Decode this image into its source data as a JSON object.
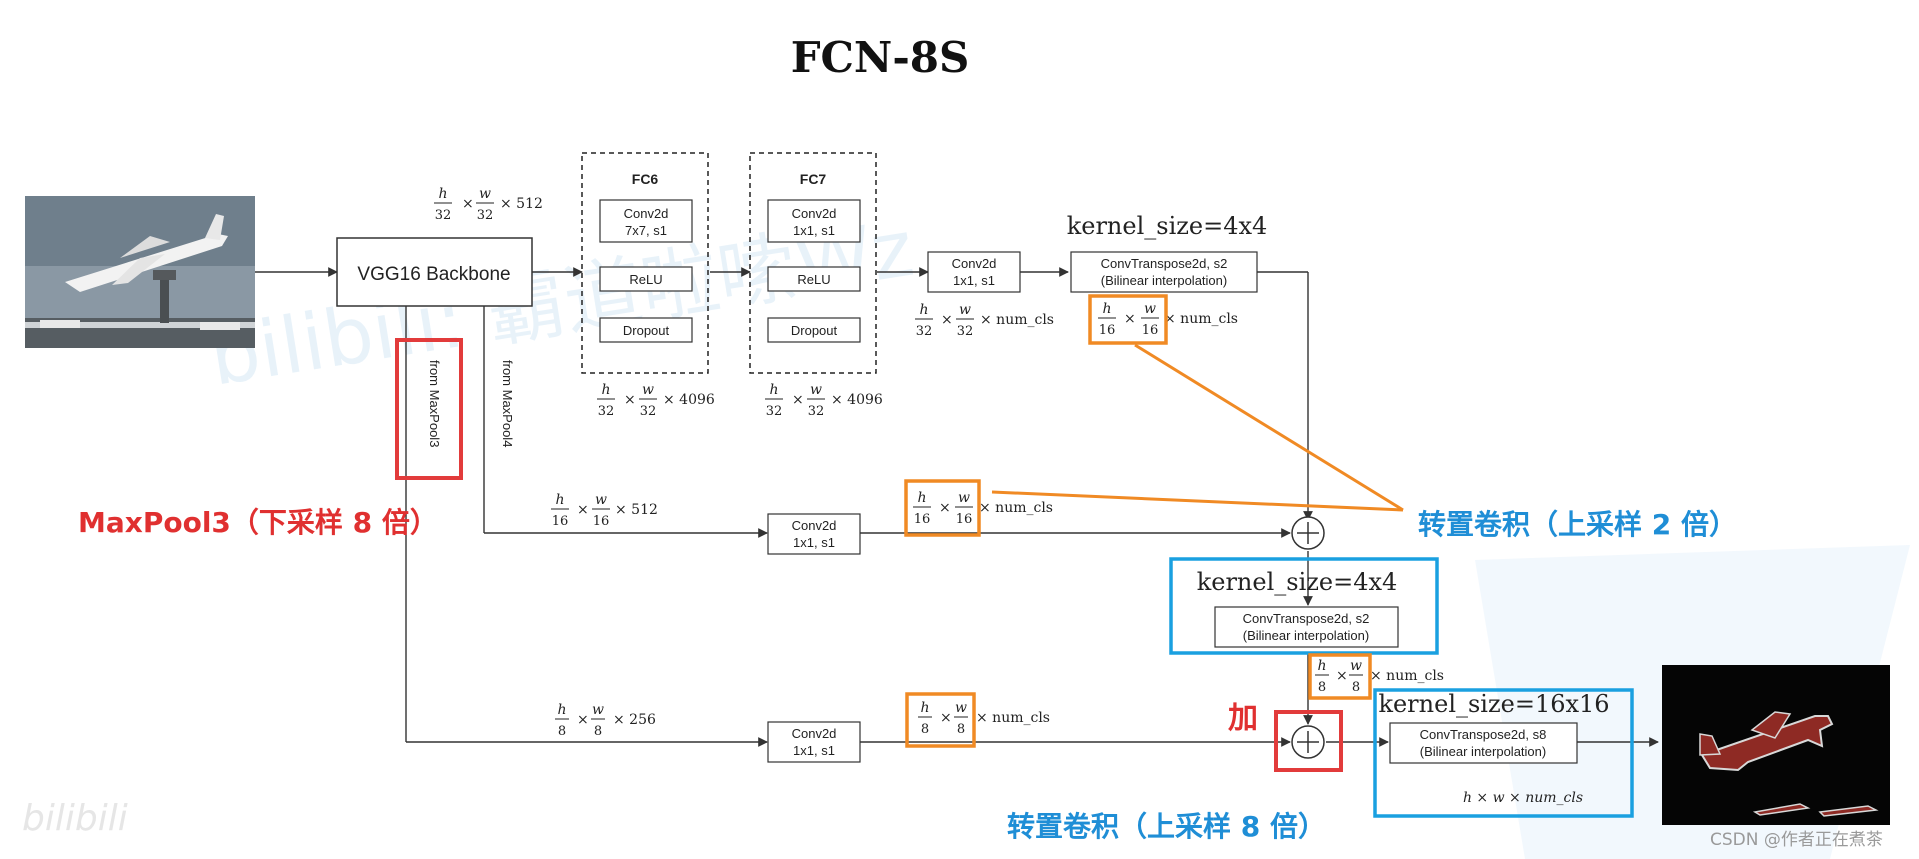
{
  "title": "FCN-8S",
  "input_image": {
    "alt": "airplane"
  },
  "output_image": {
    "alt": "segmentation mask"
  },
  "backbone": {
    "label": "VGG16 Backbone"
  },
  "backbone_out_dims": {
    "h": "h",
    "h_den": "32",
    "w": "w",
    "w_den": "32",
    "suffix": "× 512"
  },
  "branch_pool3_label": "from MaxPool3",
  "branch_pool4_label": "from MaxPool4",
  "fc6": {
    "title": "FC6",
    "conv": [
      "Conv2d",
      "7x7, s1"
    ],
    "relu": "ReLU",
    "dropout": "Dropout",
    "dims": {
      "h": "h",
      "h_den": "32",
      "w": "w",
      "w_den": "32",
      "suffix": "× 4096"
    }
  },
  "fc7": {
    "title": "FC7",
    "conv": [
      "Conv2d",
      "1x1, s1"
    ],
    "relu": "ReLU",
    "dropout": "Dropout",
    "dims": {
      "h": "h",
      "h_den": "32",
      "w": "w",
      "w_den": "32",
      "suffix": "× 4096"
    }
  },
  "top_conv": {
    "lines": [
      "Conv2d",
      "1x1, s1"
    ],
    "dims": {
      "h": "h",
      "h_den": "32",
      "w": "w",
      "w_den": "32",
      "suffix": "× num_cls"
    }
  },
  "top_deconv": {
    "kernel": "kernel_size=4x4",
    "lines": [
      "ConvTranspose2d, s2",
      "(Bilinear interpolation)"
    ],
    "dims": {
      "h": "h",
      "h_den": "16",
      "w": "w",
      "w_den": "16",
      "suffix": "× num_cls"
    }
  },
  "pool4_dims": {
    "h": "h",
    "h_den": "16",
    "w": "w",
    "w_den": "16",
    "suffix": "× 512"
  },
  "mid_conv": {
    "lines": [
      "Conv2d",
      "1x1, s1"
    ],
    "dims": {
      "h": "h",
      "h_den": "16",
      "w": "w",
      "w_den": "16",
      "suffix": "× num_cls"
    }
  },
  "mid_deconv": {
    "kernel": "kernel_size=4x4",
    "lines": [
      "ConvTranspose2d, s2",
      "(Bilinear interpolation)"
    ],
    "dims": {
      "h": "h",
      "h_den": "8",
      "w": "w",
      "w_den": "8",
      "suffix": "× num_cls"
    }
  },
  "pool3_dims": {
    "h": "h",
    "h_den": "8",
    "w": "w",
    "w_den": "8",
    "suffix": "× 256"
  },
  "bot_conv": {
    "lines": [
      "Conv2d",
      "1x1, s1"
    ],
    "dims": {
      "h": "h",
      "h_den": "8",
      "w": "w",
      "w_den": "8",
      "suffix": "× num_cls"
    }
  },
  "final_deconv": {
    "kernel": "kernel_size=16x16",
    "lines": [
      "ConvTranspose2d, s8",
      "(Bilinear interpolation)"
    ],
    "dims": "h × w × num_cls"
  },
  "annotations": {
    "maxpool3": "MaxPool3（下采样 8 倍）",
    "upsample2": "转置卷积（上采样 2 倍）",
    "upsample8": "转置卷积（上采样 8 倍）",
    "add": "加"
  },
  "watermarks": {
    "bilibili_corner": "bilibili",
    "bilibili_center": "bilibili: 霸道啦嗦Wz",
    "csdn": "CSDN @作者正在煮茶"
  },
  "colors": {
    "annotation_red": "#e03030",
    "annotation_blue": "#1f8ed6",
    "highlight_orange": "#f08a24",
    "box_blue": "#1aa0e0"
  }
}
